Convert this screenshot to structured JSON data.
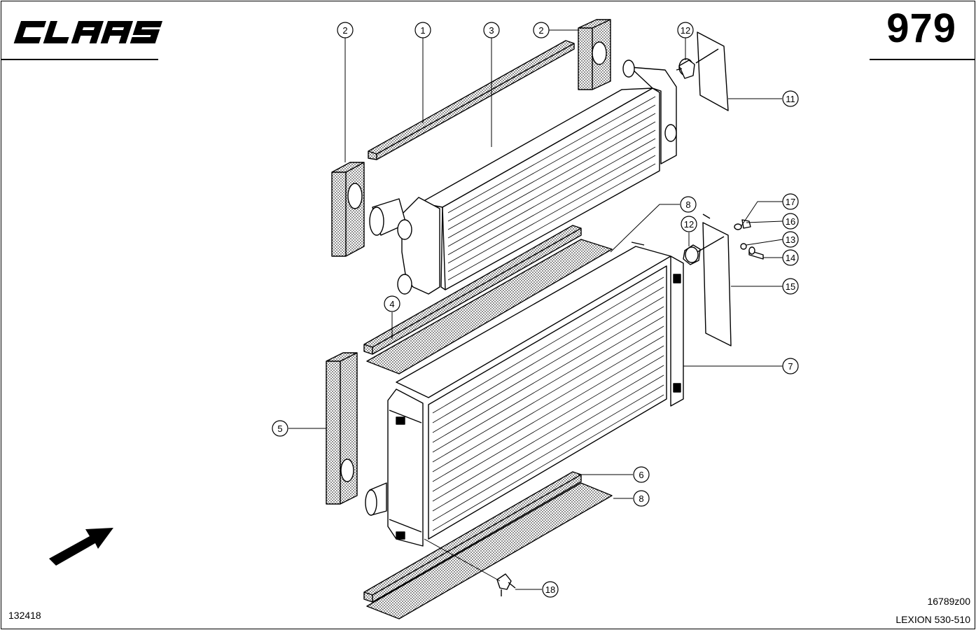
{
  "brand": {
    "name": "CLAAS"
  },
  "page_number": "979",
  "footer": {
    "ref_left": "132418",
    "drawing_id": "16789z00",
    "model": "LEXION 530-510"
  },
  "callouts": {
    "c1": "1",
    "c2a": "2",
    "c2b": "2",
    "c3": "3",
    "c4": "4",
    "c5": "5",
    "c6": "6",
    "c7": "7",
    "c8a": "8",
    "c8b": "8",
    "c11": "11",
    "c12a": "12",
    "c12b": "12",
    "c13": "13",
    "c14": "14",
    "c15": "15",
    "c16": "16",
    "c17": "17",
    "c18": "18"
  },
  "icons": {
    "logo": "claas-logo",
    "direction": "direction-arrow-icon"
  },
  "colors": {
    "ink": "#000000",
    "paper": "#ffffff",
    "foam": "#9a9a9a"
  }
}
